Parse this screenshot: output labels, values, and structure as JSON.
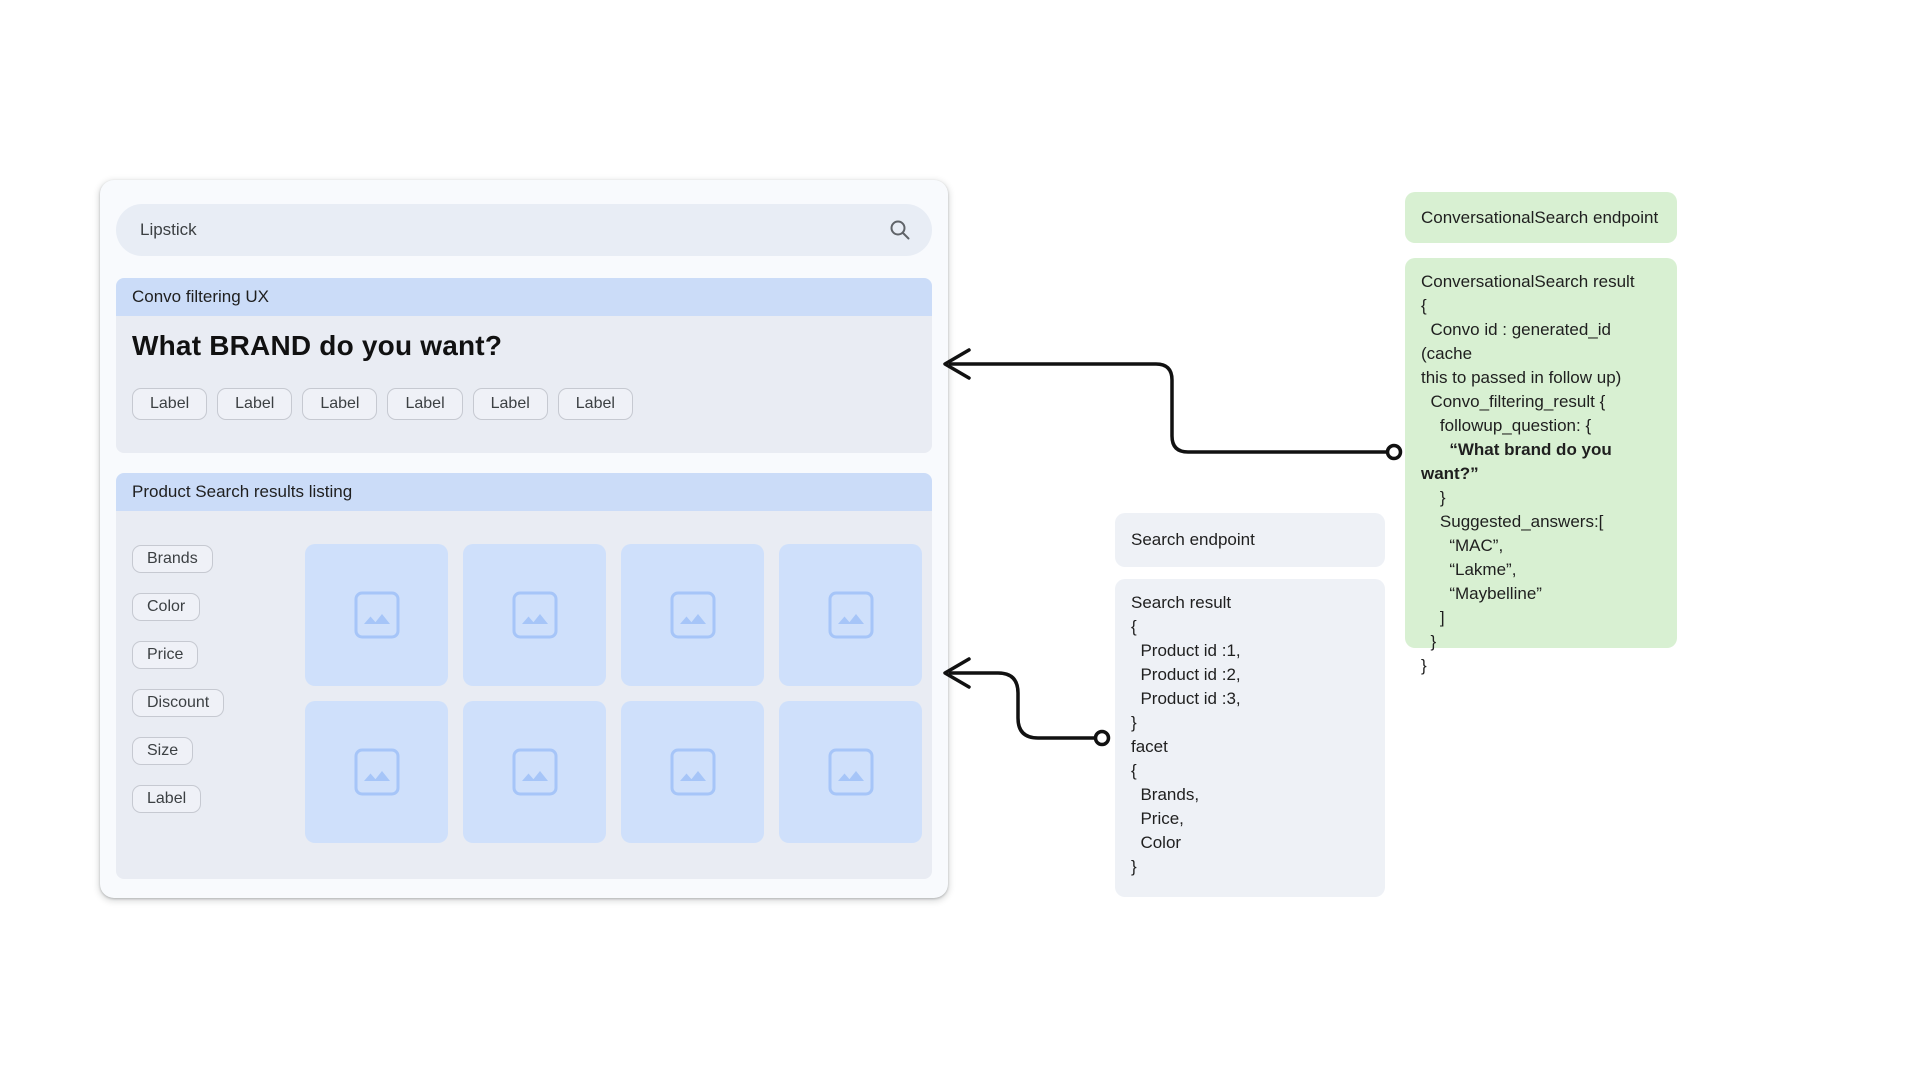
{
  "mock": {
    "search": {
      "value": "Lipstick",
      "icon": "search-icon"
    },
    "convo": {
      "header": "Convo filtering UX",
      "question": "What BRAND do you want?",
      "chips": [
        "Label",
        "Label",
        "Label",
        "Label",
        "Label",
        "Label"
      ]
    },
    "listing": {
      "header": "Product Search results listing",
      "facets": [
        "Brands",
        "Color",
        "Price",
        "Discount",
        "Size",
        "Label"
      ],
      "tile_rows": 2,
      "tile_cols": 4,
      "tile_icon": "image-placeholder-icon"
    }
  },
  "annotations": {
    "conversational_endpoint": {
      "label": "ConversationalSearch endpoint"
    },
    "conversational_result": {
      "lines": [
        {
          "t": "ConversationalSearch result"
        },
        {
          "t": "{"
        },
        {
          "t": "  Convo id : generated_id (cache"
        },
        {
          "t": "this to passed in follow up)"
        },
        {
          "t": "  Convo_filtering_result {"
        },
        {
          "t": "    followup_question: {"
        },
        {
          "t": "      “What brand do you want?”",
          "b": true
        },
        {
          "t": "    }"
        },
        {
          "t": "    Suggested_answers:["
        },
        {
          "t": "      “MAC”,"
        },
        {
          "t": "      “Lakme”,"
        },
        {
          "t": "      “Maybelline”"
        },
        {
          "t": "    ]"
        },
        {
          "t": "  }"
        },
        {
          "t": "}"
        }
      ]
    },
    "search_endpoint": {
      "label": "Search endpoint"
    },
    "search_result": {
      "lines": [
        {
          "t": "Search result"
        },
        {
          "t": "{"
        },
        {
          "t": "  Product id :1,"
        },
        {
          "t": "  Product id :2,"
        },
        {
          "t": "  Product id :3,"
        },
        {
          "t": "}"
        },
        {
          "t": "facet"
        },
        {
          "t": "{"
        },
        {
          "t": "  Brands,"
        },
        {
          "t": "  Price,"
        },
        {
          "t": "  Color"
        },
        {
          "t": "}"
        }
      ]
    }
  },
  "colors": {
    "section_header_blue": "#cbdcf8",
    "section_body": "#e9ecf3",
    "tile_blue": "#cfe0fb",
    "tile_icon_blue": "#a6c5f8",
    "note_green": "#d8f0d2",
    "note_gray": "#eef1f6",
    "card_bg": "#f8fafd",
    "search_pill": "#e8edf5",
    "connector": "#111111"
  }
}
